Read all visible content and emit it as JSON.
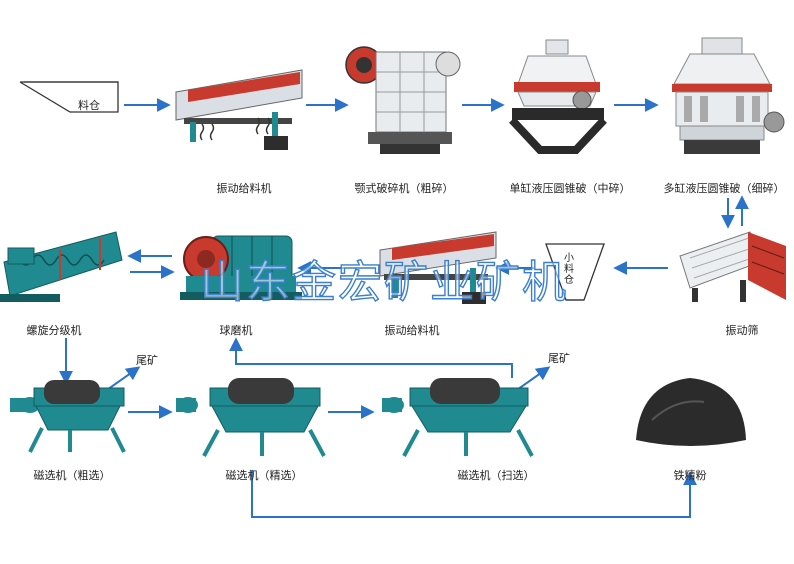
{
  "diagram": {
    "watermark_text": "山东金宏矿业矿机",
    "colors": {
      "arrow": "#2a73c8",
      "machine_frame": "#1f8a8f",
      "machine_red": "#c83a2e",
      "steel": "#d9dfe4",
      "ore": "#2b2b2b"
    },
    "nodes": [
      {
        "id": "hopper",
        "label": "",
        "inner_text": "料仓"
      },
      {
        "id": "vibrating-feeder-1",
        "label": "振动给料机"
      },
      {
        "id": "jaw-crusher",
        "label": "颚式破碎机（粗碎）"
      },
      {
        "id": "single-cylinder-cone",
        "label": "单缸液压圆锥破（中碎）"
      },
      {
        "id": "multi-cylinder-cone",
        "label": "多缸液压圆锥破（细碎）"
      },
      {
        "id": "vibrating-screen",
        "label": "振动筛"
      },
      {
        "id": "small-hopper",
        "label": "",
        "inner_text": "小料仓"
      },
      {
        "id": "vibrating-feeder-2",
        "label": "振动给料机"
      },
      {
        "id": "ball-mill",
        "label": "球磨机"
      },
      {
        "id": "spiral-classifier",
        "label": "螺旋分级机"
      },
      {
        "id": "magnetic-separator-rough",
        "label": "磁选机（粗选）"
      },
      {
        "id": "magnetic-separator-fine",
        "label": "磁选机（精选）"
      },
      {
        "id": "magnetic-separator-scavenge",
        "label": "磁选机（扫选）"
      },
      {
        "id": "iron-concentrate",
        "label": "铁精粉"
      }
    ],
    "tailings": [
      "尾矿",
      "尾矿"
    ]
  }
}
